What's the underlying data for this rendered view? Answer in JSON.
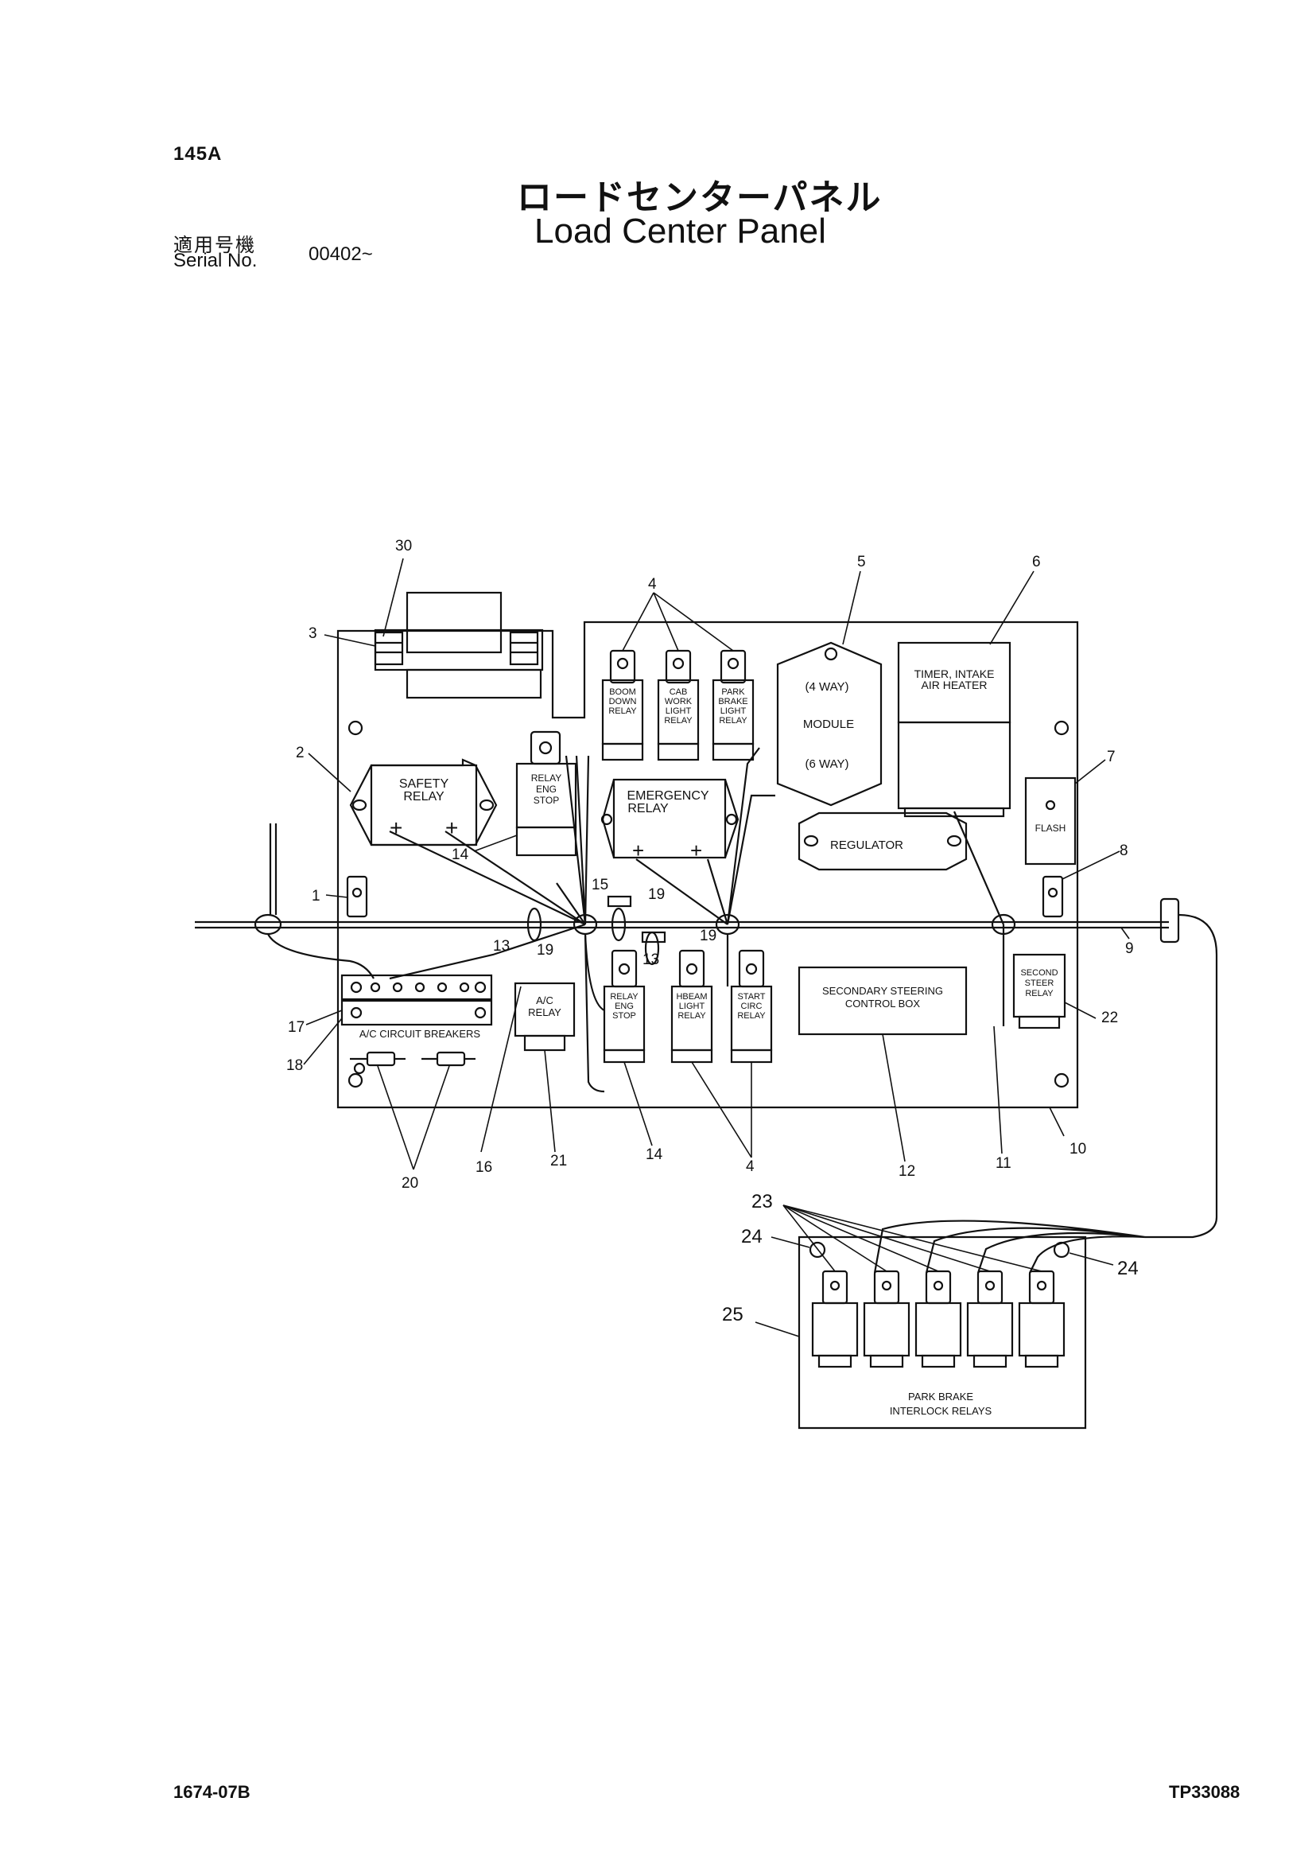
{
  "header": {
    "page_number": "145A",
    "title_japanese": "ロードセンターパネル",
    "title_english": "Load Center Panel",
    "serial_label_japanese": "適用号機",
    "serial_label_english": "Serial No.",
    "serial_value": "00402~"
  },
  "footer": {
    "left_code": "1674-07B",
    "right_code": "TP33088"
  },
  "diagram": {
    "components": {
      "safety_relay": "SAFETY\nRELAY",
      "relay_eng_stop_top": "RELAY\nENG\nSTOP",
      "emergency_relay": "EMERGENCY\nRELAY",
      "boom_down_relay": "BOOM\nDOWN\nRELAY",
      "cab_work_light_relay": "CAB\nWORK\nLIGHT\nRELAY",
      "park_brake_light_relay": "PARK\nBRAKE\nLIGHT\nRELAY",
      "module_4way": "(4 WAY)",
      "module": "MODULE",
      "module_6way": "(6 WAY)",
      "timer_intake_air_heater": "TIMER, INTAKE\nAIR HEATER",
      "flash": "FLASH",
      "regulator": "REGULATOR",
      "ac_relay": "A/C\nRELAY",
      "relay_eng_stop_bottom": "RELAY\nENG\nSTOP",
      "hbeam_light_relay": "HBEAM\nLIGHT\nRELAY",
      "start_circ_relay": "START\nCIRC\nRELAY",
      "secondary_steering_control_box": "SECONDARY STEERING\nCONTROL BOX",
      "second_steer_relay": "SECOND\nSTEER\nRELAY",
      "ac_circuit_breakers": "A/C CIRCUIT  BREAKERS",
      "park_brake_interlock_relays": "PARK BRAKE\nINTERLOCK RELAYS"
    },
    "callouts": [
      "30",
      "3",
      "4",
      "5",
      "6",
      "2",
      "7",
      "8",
      "1",
      "14",
      "15",
      "19",
      "19",
      "13",
      "19",
      "13",
      "9",
      "17",
      "18",
      "22",
      "20",
      "16",
      "21",
      "14",
      "4",
      "12",
      "11",
      "10",
      "23",
      "24",
      "24",
      "25"
    ]
  }
}
